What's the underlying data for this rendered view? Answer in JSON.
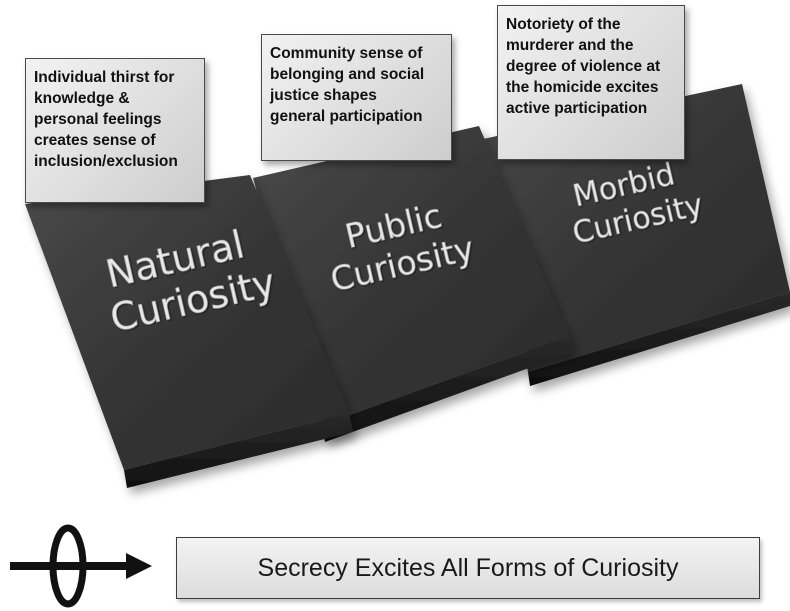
{
  "steps": [
    {
      "name_line1": "Natural",
      "name_line2": "Curiosity",
      "note_lines": [
        "Individual thirst for",
        "knowledge &",
        "personal feelings",
        "creates sense of",
        "inclusion/exclusion"
      ]
    },
    {
      "name_line1": "Public",
      "name_line2": "Curiosity",
      "note_lines": [
        "Community sense of",
        "belonging and social",
        "justice shapes",
        "general participation"
      ]
    },
    {
      "name_line1": "Morbid",
      "name_line2": "Curiosity",
      "note_lines": [
        "Notoriety of the",
        "murderer and the",
        "degree of violence at",
        "the homicide excites",
        "active participation"
      ]
    }
  ],
  "footer": {
    "text": "Secrecy Excites All Forms of Curiosity"
  },
  "colors": {
    "tile_top": "#3a3a3a",
    "tile_side": "#1c1c1c",
    "note_fill": "#e0e0e0",
    "symbol": "#111111"
  },
  "icons": {
    "footer_symbol": "circle-arrow-icon"
  }
}
